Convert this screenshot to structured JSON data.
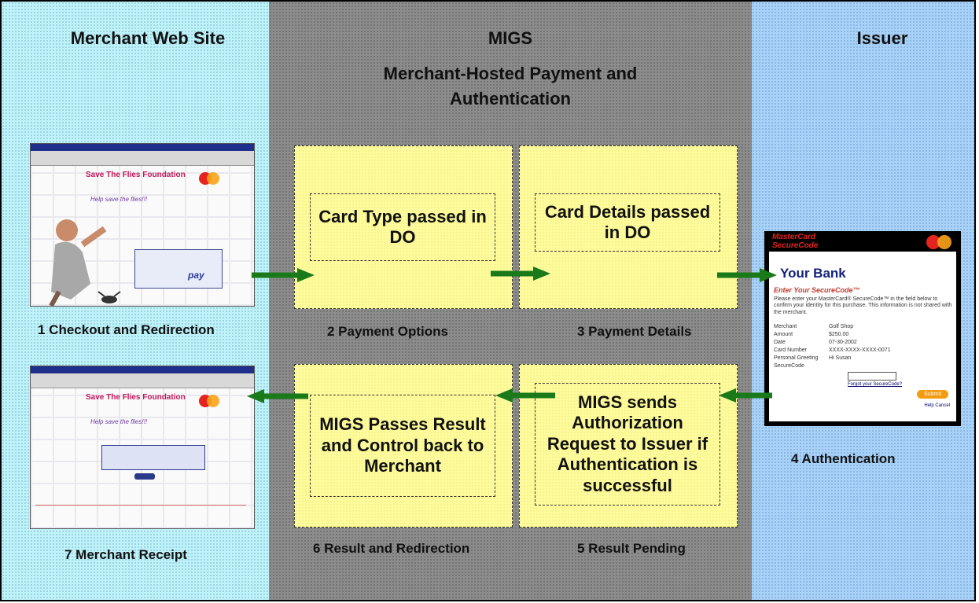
{
  "columns": {
    "merchant": {
      "title": "Merchant Web Site"
    },
    "migs": {
      "title": "MIGS",
      "subtitle": "Merchant-Hosted Payment and Authentication"
    },
    "issuer": {
      "title": "Issuer"
    }
  },
  "steps": {
    "step1": "1 Checkout and Redirection",
    "step2": "2 Payment Options",
    "step3": "3 Payment Details",
    "step4": "4 Authentication",
    "step5": "5 Result Pending",
    "step6": "6 Result and Redirection",
    "step7": "7 Merchant Receipt"
  },
  "boxes": {
    "card_type": "Card Type passed in DO",
    "card_details": "Card Details passed in DO",
    "auth_request": "MIGS sends Authorization Request to Issuer if Authentication is successful",
    "pass_result": "MIGS Passes Result and Control back to Merchant"
  },
  "checkout_screenshot": {
    "site_title": "Save The Flies Foundation",
    "slogan": "Help save the flies!!!",
    "pay_label": "pay"
  },
  "receipt_screenshot": {
    "site_title": "Save The Flies Foundation",
    "slogan": "Help save the flies!!!"
  },
  "bank_screenshot": {
    "brand_line1": "MasterCard",
    "brand_line2": "SecureCode",
    "bank_name": "Your Bank",
    "enter_code": "Enter Your SecureCode™",
    "description": "Please enter your MasterCard® SecureCode™ in the field below to confirm your identity for this purchase. This information is not shared with the merchant.",
    "fields": [
      {
        "key": "Merchant",
        "value": "Golf Shop"
      },
      {
        "key": "Amount",
        "value": "$250.00"
      },
      {
        "key": "Date",
        "value": "07-30-2002"
      },
      {
        "key": "Card Number",
        "value": "XXXX-XXXX-XXXX-0071"
      },
      {
        "key": "Personal Greeting",
        "value": "Hi Susan"
      },
      {
        "key": "SecureCode",
        "value": ""
      }
    ],
    "forgot": "Forgot your SecureCode?",
    "submit": "Submit",
    "help": "Help  Cancel"
  },
  "colors": {
    "merchant_bg": "#bff3fb",
    "migs_bg": "#8c8c8c",
    "issuer_bg": "#a9d2f8",
    "box_fill": "#fdfb9c",
    "arrow": "#1a7a1a"
  }
}
